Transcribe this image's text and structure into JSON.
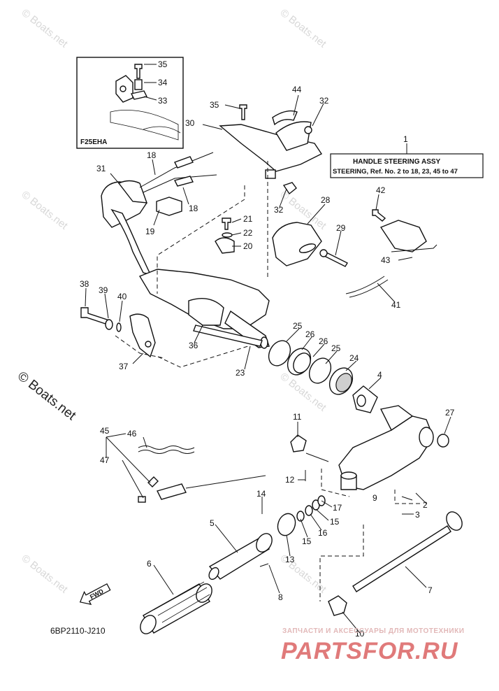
{
  "watermark": "© Boats.net",
  "inset_label": "F25EHA",
  "callout_box": {
    "line1": "HANDLE STEERING ASSY",
    "line2": "STEERING,  Ref. No.  2 to 18, 23, 45 to 47"
  },
  "diagram_code": "6BP2110-J210",
  "fwd_label": "FWD",
  "brand": {
    "tagline": "ЗАПЧАСТИ И АКСЕССУАРЫ ДЛЯ МОТОТЕХНИКИ",
    "name": "PARTSFOR.RU"
  },
  "part_numbers": [
    "1",
    "2",
    "3",
    "4",
    "5",
    "6",
    "7",
    "8",
    "9",
    "10",
    "11",
    "12",
    "13",
    "14",
    "15",
    "15",
    "16",
    "17",
    "18",
    "18",
    "19",
    "20",
    "21",
    "22",
    "23",
    "24",
    "25",
    "25",
    "26",
    "26",
    "27",
    "28",
    "29",
    "30",
    "31",
    "32",
    "32",
    "33",
    "34",
    "35",
    "35",
    "36",
    "37",
    "38",
    "39",
    "40",
    "41",
    "42",
    "43",
    "44",
    "45",
    "46",
    "47"
  ]
}
